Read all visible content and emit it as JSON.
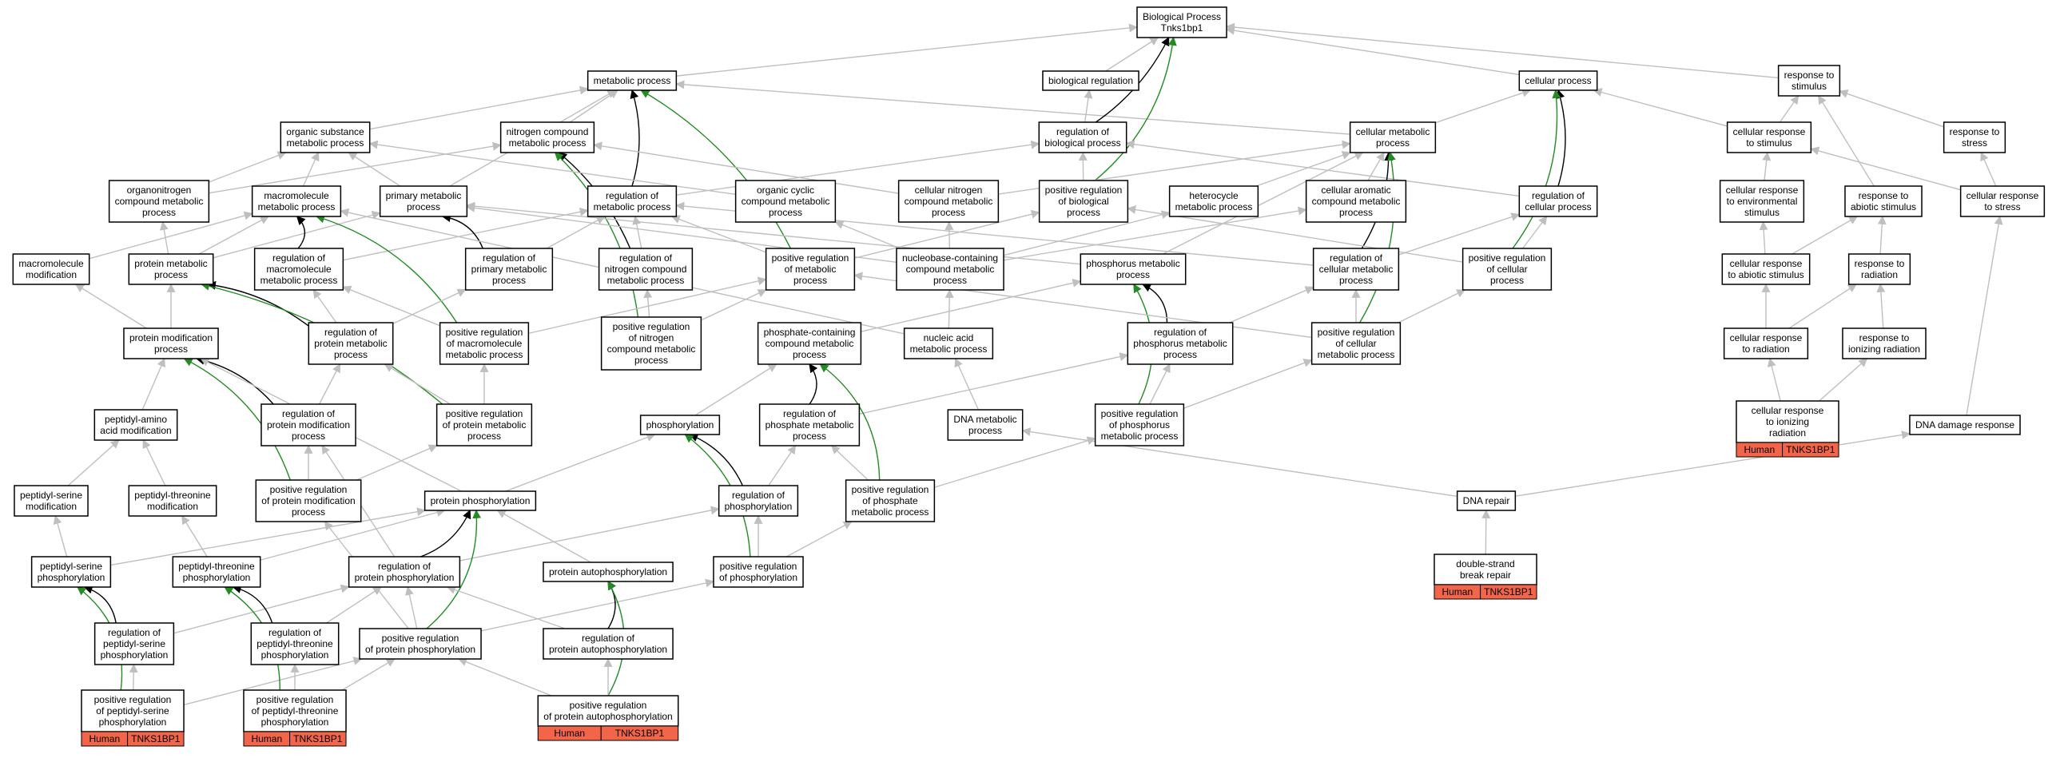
{
  "colors": {
    "is_a": "#bfbfbf",
    "regulates": "#000000",
    "positively_regulates": "#228b22",
    "annotation": "#f26548"
  },
  "annotation_tag": {
    "left": "Human",
    "right": "TNKS1BP1"
  },
  "nodes": [
    {
      "id": "bp",
      "lines": [
        "Biological Process",
        "Tnks1bp1"
      ]
    },
    {
      "id": "metabolic",
      "lines": [
        "metabolic process"
      ]
    },
    {
      "id": "bioreg",
      "lines": [
        "biological regulation"
      ]
    },
    {
      "id": "cellular",
      "lines": [
        "cellular process"
      ]
    },
    {
      "id": "response",
      "lines": [
        "response to",
        "stimulus"
      ]
    },
    {
      "id": "orgsub",
      "lines": [
        "organic substance",
        "metabolic process"
      ]
    },
    {
      "id": "nitro",
      "lines": [
        "nitrogen compound",
        "metabolic process"
      ]
    },
    {
      "id": "regbio",
      "lines": [
        "regulation of",
        "biological process"
      ]
    },
    {
      "id": "cellmet",
      "lines": [
        "cellular metabolic",
        "process"
      ]
    },
    {
      "id": "cellresp",
      "lines": [
        "cellular response",
        "to stimulus"
      ]
    },
    {
      "id": "respstress",
      "lines": [
        "response to",
        "stress"
      ]
    },
    {
      "id": "organonit",
      "lines": [
        "organonitrogen",
        "compound metabolic",
        "process"
      ]
    },
    {
      "id": "macro",
      "lines": [
        "macromolecule",
        "metabolic process"
      ]
    },
    {
      "id": "primary",
      "lines": [
        "primary metabolic",
        "process"
      ]
    },
    {
      "id": "regmet",
      "lines": [
        "regulation of",
        "metabolic process"
      ]
    },
    {
      "id": "orgcyc",
      "lines": [
        "organic cyclic",
        "compound metabolic",
        "process"
      ]
    },
    {
      "id": "cellnit",
      "lines": [
        "cellular nitrogen",
        "compound metabolic",
        "process"
      ]
    },
    {
      "id": "posregbio",
      "lines": [
        "positive regulation",
        "of biological",
        "process"
      ]
    },
    {
      "id": "hetero",
      "lines": [
        "heterocycle",
        "metabolic process"
      ]
    },
    {
      "id": "cellarom",
      "lines": [
        "cellular aromatic",
        "compound metabolic",
        "process"
      ]
    },
    {
      "id": "regcell",
      "lines": [
        "regulation of",
        "cellular process"
      ]
    },
    {
      "id": "cellrespenv",
      "lines": [
        "cellular response",
        "to environmental",
        "stimulus"
      ]
    },
    {
      "id": "respabio",
      "lines": [
        "response to",
        "abiotic stimulus"
      ]
    },
    {
      "id": "cellrespstress",
      "lines": [
        "cellular response",
        "to stress"
      ]
    },
    {
      "id": "macromod",
      "lines": [
        "macromolecule",
        "modification"
      ]
    },
    {
      "id": "protmet",
      "lines": [
        "protein metabolic",
        "process"
      ]
    },
    {
      "id": "regmacro",
      "lines": [
        "regulation of",
        "macromolecule",
        "metabolic process"
      ]
    },
    {
      "id": "regprim",
      "lines": [
        "regulation of",
        "primary metabolic",
        "process"
      ]
    },
    {
      "id": "regnit",
      "lines": [
        "regulation of",
        "nitrogen compound",
        "metabolic process"
      ]
    },
    {
      "id": "posregmet",
      "lines": [
        "positive regulation",
        "of metabolic",
        "process"
      ]
    },
    {
      "id": "nucleo",
      "lines": [
        "nucleobase-containing",
        "compound metabolic",
        "process"
      ]
    },
    {
      "id": "phosmet",
      "lines": [
        "phosphorus metabolic",
        "process"
      ]
    },
    {
      "id": "regcellmet",
      "lines": [
        "regulation of",
        "cellular metabolic",
        "process"
      ]
    },
    {
      "id": "posregcell",
      "lines": [
        "positive regulation",
        "of cellular",
        "process"
      ]
    },
    {
      "id": "cellrespabio",
      "lines": [
        "cellular response",
        "to abiotic stimulus"
      ]
    },
    {
      "id": "resprad",
      "lines": [
        "response to",
        "radiation"
      ]
    },
    {
      "id": "protmod",
      "lines": [
        "protein modification",
        "process"
      ]
    },
    {
      "id": "regprotmet",
      "lines": [
        "regulation of",
        "protein metabolic",
        "process"
      ]
    },
    {
      "id": "posregmacro",
      "lines": [
        "positive regulation",
        "of macromolecule",
        "metabolic process"
      ]
    },
    {
      "id": "posregnit",
      "lines": [
        "positive regulation",
        "of nitrogen",
        "compound metabolic",
        "process"
      ]
    },
    {
      "id": "phoscont",
      "lines": [
        "phosphate-containing",
        "compound metabolic",
        "process"
      ]
    },
    {
      "id": "nucacid",
      "lines": [
        "nucleic acid",
        "metabolic process"
      ]
    },
    {
      "id": "regphosmet",
      "lines": [
        "regulation of",
        "phosphorus metabolic",
        "process"
      ]
    },
    {
      "id": "posregcellmet",
      "lines": [
        "positive regulation",
        "of cellular",
        "metabolic process"
      ]
    },
    {
      "id": "cellresprad",
      "lines": [
        "cellular response",
        "to radiation"
      ]
    },
    {
      "id": "respion",
      "lines": [
        "response to",
        "ionizing radiation"
      ]
    },
    {
      "id": "peptaa",
      "lines": [
        "peptidyl-amino",
        "acid modification"
      ]
    },
    {
      "id": "regprotmod",
      "lines": [
        "regulation of",
        "protein modification",
        "process"
      ]
    },
    {
      "id": "posregprotmet",
      "lines": [
        "positive regulation",
        "of protein metabolic",
        "process"
      ]
    },
    {
      "id": "phosph",
      "lines": [
        "phosphorylation"
      ]
    },
    {
      "id": "regphosphmet",
      "lines": [
        "regulation of",
        "phosphate metabolic",
        "process"
      ]
    },
    {
      "id": "dnamet",
      "lines": [
        "DNA metabolic",
        "process"
      ]
    },
    {
      "id": "posregphosmet",
      "lines": [
        "positive regulation",
        "of phosphorus",
        "metabolic process"
      ]
    },
    {
      "id": "cellrespion",
      "lines": [
        "cellular response",
        "to ionizing",
        "radiation"
      ],
      "annotated": true
    },
    {
      "id": "dnadam",
      "lines": [
        "DNA damage response"
      ]
    },
    {
      "id": "peptser",
      "lines": [
        "peptidyl-serine",
        "modification"
      ]
    },
    {
      "id": "pepthr",
      "lines": [
        "peptidyl-threonine",
        "modification"
      ]
    },
    {
      "id": "posregprotmod",
      "lines": [
        "positive regulation",
        "of protein modification",
        "process"
      ]
    },
    {
      "id": "protphos",
      "lines": [
        "protein phosphorylation"
      ]
    },
    {
      "id": "regphos",
      "lines": [
        "regulation of",
        "phosphorylation"
      ]
    },
    {
      "id": "posregphosphmet",
      "lines": [
        "positive regulation",
        "of phosphate",
        "metabolic process"
      ]
    },
    {
      "id": "dnarep",
      "lines": [
        "DNA repair"
      ]
    },
    {
      "id": "peptserphos",
      "lines": [
        "peptidyl-serine",
        "phosphorylation"
      ]
    },
    {
      "id": "pepthrphos",
      "lines": [
        "peptidyl-threonine",
        "phosphorylation"
      ]
    },
    {
      "id": "regprotphos",
      "lines": [
        "regulation of",
        "protein phosphorylation"
      ]
    },
    {
      "id": "protauto",
      "lines": [
        "protein autophosphorylation"
      ]
    },
    {
      "id": "posregphos",
      "lines": [
        "positive regulation",
        "of phosphorylation"
      ]
    },
    {
      "id": "dsb",
      "lines": [
        "double-strand",
        "break repair"
      ],
      "annotated": true
    },
    {
      "id": "regpeptser",
      "lines": [
        "regulation of",
        "peptidyl-serine",
        "phosphorylation"
      ]
    },
    {
      "id": "regpeptthr",
      "lines": [
        "regulation of",
        "peptidyl-threonine",
        "phosphorylation"
      ]
    },
    {
      "id": "posregprotphos",
      "lines": [
        "positive regulation",
        "of protein phosphorylation"
      ]
    },
    {
      "id": "regprotauto",
      "lines": [
        "regulation of",
        "protein autophosphorylation"
      ]
    },
    {
      "id": "posregpeptser",
      "lines": [
        "positive regulation",
        "of peptidyl-serine",
        "phosphorylation"
      ],
      "annotated": true
    },
    {
      "id": "posregpeptthr",
      "lines": [
        "positive regulation",
        "of peptidyl-threonine",
        "phosphorylation"
      ],
      "annotated": true
    },
    {
      "id": "posregprotauto",
      "lines": [
        "positive regulation",
        "of protein autophosphorylation"
      ],
      "annotated": true
    }
  ],
  "edges": [
    [
      "metabolic",
      "bp",
      "is_a"
    ],
    [
      "bioreg",
      "bp",
      "is_a"
    ],
    [
      "cellular",
      "bp",
      "is_a"
    ],
    [
      "response",
      "bp",
      "is_a"
    ],
    [
      "orgsub",
      "metabolic",
      "is_a"
    ],
    [
      "nitro",
      "metabolic",
      "is_a"
    ],
    [
      "cellmet",
      "metabolic",
      "is_a"
    ],
    [
      "primary",
      "metabolic",
      "is_a"
    ],
    [
      "regbio",
      "bioreg",
      "is_a"
    ],
    [
      "regbio",
      "bp",
      "regulates"
    ],
    [
      "posregbio",
      "bp",
      "positively_regulates"
    ],
    [
      "cellmet",
      "cellular",
      "is_a"
    ],
    [
      "regcell",
      "cellular",
      "regulates"
    ],
    [
      "posregcell",
      "cellular",
      "positively_regulates"
    ],
    [
      "cellresp",
      "response",
      "is_a"
    ],
    [
      "cellresp",
      "cellular",
      "is_a"
    ],
    [
      "respstress",
      "response",
      "is_a"
    ],
    [
      "respabio",
      "response",
      "is_a"
    ],
    [
      "organonit",
      "orgsub",
      "is_a"
    ],
    [
      "organonit",
      "nitro",
      "is_a"
    ],
    [
      "macro",
      "orgsub",
      "is_a"
    ],
    [
      "primary",
      "orgsub",
      "is_a"
    ],
    [
      "regmet",
      "metabolic",
      "regulates"
    ],
    [
      "regmet",
      "regbio",
      "is_a"
    ],
    [
      "posregmet",
      "metabolic",
      "positively_regulates"
    ],
    [
      "regnit",
      "nitro",
      "regulates"
    ],
    [
      "posregnit",
      "nitro",
      "positively_regulates"
    ],
    [
      "orgcyc",
      "orgsub",
      "is_a"
    ],
    [
      "cellnit",
      "nitro",
      "is_a"
    ],
    [
      "cellnit",
      "cellmet",
      "is_a"
    ],
    [
      "posregbio",
      "regbio",
      "is_a"
    ],
    [
      "hetero",
      "cellmet",
      "is_a"
    ],
    [
      "cellarom",
      "cellmet",
      "is_a"
    ],
    [
      "regcell",
      "regbio",
      "is_a"
    ],
    [
      "regcellmet",
      "cellmet",
      "regulates"
    ],
    [
      "posregcellmet",
      "cellmet",
      "positively_regulates"
    ],
    [
      "cellrespenv",
      "cellresp",
      "is_a"
    ],
    [
      "cellrespstress",
      "cellresp",
      "is_a"
    ],
    [
      "cellrespstress",
      "respstress",
      "is_a"
    ],
    [
      "macromod",
      "macro",
      "is_a"
    ],
    [
      "protmet",
      "macro",
      "is_a"
    ],
    [
      "protmet",
      "primary",
      "is_a"
    ],
    [
      "protmet",
      "organonit",
      "is_a"
    ],
    [
      "regmacro",
      "macro",
      "regulates"
    ],
    [
      "regmacro",
      "regmet",
      "is_a"
    ],
    [
      "posregmacro",
      "macro",
      "positively_regulates"
    ],
    [
      "regprim",
      "primary",
      "regulates"
    ],
    [
      "regprim",
      "regmet",
      "is_a"
    ],
    [
      "regnit",
      "regmet",
      "is_a"
    ],
    [
      "posregmet",
      "regmet",
      "is_a"
    ],
    [
      "posregmet",
      "posregbio",
      "is_a"
    ],
    [
      "nucleo",
      "orgcyc",
      "is_a"
    ],
    [
      "nucleo",
      "cellnit",
      "is_a"
    ],
    [
      "nucleo",
      "hetero",
      "is_a"
    ],
    [
      "nucleo",
      "cellarom",
      "is_a"
    ],
    [
      "nucleo",
      "primary",
      "is_a"
    ],
    [
      "phosmet",
      "cellmet",
      "is_a"
    ],
    [
      "phosmet",
      "primary",
      "is_a"
    ],
    [
      "regcellmet",
      "regcell",
      "is_a"
    ],
    [
      "regcellmet",
      "regmet",
      "is_a"
    ],
    [
      "posregcell",
      "regcell",
      "is_a"
    ],
    [
      "posregcell",
      "posregbio",
      "is_a"
    ],
    [
      "cellrespabio",
      "cellrespenv",
      "is_a"
    ],
    [
      "cellrespabio",
      "respabio",
      "is_a"
    ],
    [
      "resprad",
      "respabio",
      "is_a"
    ],
    [
      "protmod",
      "macromod",
      "is_a"
    ],
    [
      "protmod",
      "protmet",
      "is_a"
    ],
    [
      "regprotmet",
      "protmet",
      "regulates"
    ],
    [
      "regprotmet",
      "regmacro",
      "is_a"
    ],
    [
      "regprotmet",
      "regprim",
      "is_a"
    ],
    [
      "posregprotmet",
      "protmet",
      "positively_regulates"
    ],
    [
      "posregprotmet",
      "regprotmet",
      "is_a"
    ],
    [
      "posregprotmet",
      "posregmacro",
      "is_a"
    ],
    [
      "posregmacro",
      "regmacro",
      "is_a"
    ],
    [
      "posregmacro",
      "posregmet",
      "is_a"
    ],
    [
      "posregnit",
      "regnit",
      "is_a"
    ],
    [
      "posregnit",
      "posregmet",
      "is_a"
    ],
    [
      "phoscont",
      "phosmet",
      "is_a"
    ],
    [
      "nucacid",
      "nucleo",
      "is_a"
    ],
    [
      "nucacid",
      "macro",
      "is_a"
    ],
    [
      "regphosmet",
      "phosmet",
      "regulates"
    ],
    [
      "regphosmet",
      "regcellmet",
      "is_a"
    ],
    [
      "posregphosmet",
      "phosmet",
      "positively_regulates"
    ],
    [
      "posregphosmet",
      "regphosmet",
      "is_a"
    ],
    [
      "posregphosmet",
      "posregcellmet",
      "is_a"
    ],
    [
      "posregcellmet",
      "regcellmet",
      "is_a"
    ],
    [
      "posregcellmet",
      "posregcell",
      "is_a"
    ],
    [
      "posregcellmet",
      "posregmet",
      "is_a"
    ],
    [
      "cellresprad",
      "cellrespabio",
      "is_a"
    ],
    [
      "cellresprad",
      "resprad",
      "is_a"
    ],
    [
      "respion",
      "resprad",
      "is_a"
    ],
    [
      "peptaa",
      "protmod",
      "is_a"
    ],
    [
      "regprotmod",
      "protmod",
      "regulates"
    ],
    [
      "regprotmod",
      "regprotmet",
      "is_a"
    ],
    [
      "posregprotmod",
      "protmod",
      "positively_regulates"
    ],
    [
      "posregprotmod",
      "regprotmod",
      "is_a"
    ],
    [
      "posregprotmod",
      "posregprotmet",
      "is_a"
    ],
    [
      "phosph",
      "phoscont",
      "is_a"
    ],
    [
      "regphosphmet",
      "phoscont",
      "regulates"
    ],
    [
      "regphosphmet",
      "regphosmet",
      "is_a"
    ],
    [
      "posregphosphmet",
      "phoscont",
      "positively_regulates"
    ],
    [
      "posregphosphmet",
      "regphosphmet",
      "is_a"
    ],
    [
      "posregphosphmet",
      "posregphosmet",
      "is_a"
    ],
    [
      "dnamet",
      "nucacid",
      "is_a"
    ],
    [
      "cellrespion",
      "cellresprad",
      "is_a"
    ],
    [
      "cellrespion",
      "respion",
      "is_a"
    ],
    [
      "dnadam",
      "cellrespstress",
      "is_a"
    ],
    [
      "peptser",
      "peptaa",
      "is_a"
    ],
    [
      "pepthr",
      "peptaa",
      "is_a"
    ],
    [
      "protphos",
      "protmod",
      "is_a"
    ],
    [
      "protphos",
      "phosph",
      "is_a"
    ],
    [
      "regphos",
      "phosph",
      "regulates"
    ],
    [
      "regphos",
      "regphosphmet",
      "is_a"
    ],
    [
      "posregphos",
      "phosph",
      "positively_regulates"
    ],
    [
      "posregphos",
      "regphos",
      "is_a"
    ],
    [
      "posregphos",
      "posregphosphmet",
      "is_a"
    ],
    [
      "dnarep",
      "dnamet",
      "is_a"
    ],
    [
      "dnarep",
      "dnadam",
      "is_a"
    ],
    [
      "dsb",
      "dnarep",
      "is_a"
    ],
    [
      "peptserphos",
      "peptser",
      "is_a"
    ],
    [
      "peptserphos",
      "protphos",
      "is_a"
    ],
    [
      "pepthrphos",
      "pepthr",
      "is_a"
    ],
    [
      "pepthrphos",
      "protphos",
      "is_a"
    ],
    [
      "regprotphos",
      "protphos",
      "regulates"
    ],
    [
      "regprotphos",
      "regprotmod",
      "is_a"
    ],
    [
      "regprotphos",
      "regphos",
      "is_a"
    ],
    [
      "protauto",
      "protphos",
      "is_a"
    ],
    [
      "regpeptser",
      "peptserphos",
      "regulates"
    ],
    [
      "regpeptser",
      "regprotphos",
      "is_a"
    ],
    [
      "regpeptthr",
      "pepthrphos",
      "regulates"
    ],
    [
      "regpeptthr",
      "regprotphos",
      "is_a"
    ],
    [
      "posregprotphos",
      "protphos",
      "positively_regulates"
    ],
    [
      "posregprotphos",
      "regprotphos",
      "is_a"
    ],
    [
      "posregprotphos",
      "posregprotmod",
      "is_a"
    ],
    [
      "posregprotphos",
      "posregphos",
      "is_a"
    ],
    [
      "regprotauto",
      "protauto",
      "regulates"
    ],
    [
      "regprotauto",
      "regprotphos",
      "is_a"
    ],
    [
      "posregpeptser",
      "peptserphos",
      "positively_regulates"
    ],
    [
      "posregpeptser",
      "regpeptser",
      "is_a"
    ],
    [
      "posregpeptser",
      "posregprotphos",
      "is_a"
    ],
    [
      "posregpeptthr",
      "pepthrphos",
      "positively_regulates"
    ],
    [
      "posregpeptthr",
      "regpeptthr",
      "is_a"
    ],
    [
      "posregpeptthr",
      "posregprotphos",
      "is_a"
    ],
    [
      "posregprotauto",
      "protauto",
      "positively_regulates"
    ],
    [
      "posregprotauto",
      "regprotauto",
      "is_a"
    ],
    [
      "posregprotauto",
      "posregprotphos",
      "is_a"
    ]
  ]
}
